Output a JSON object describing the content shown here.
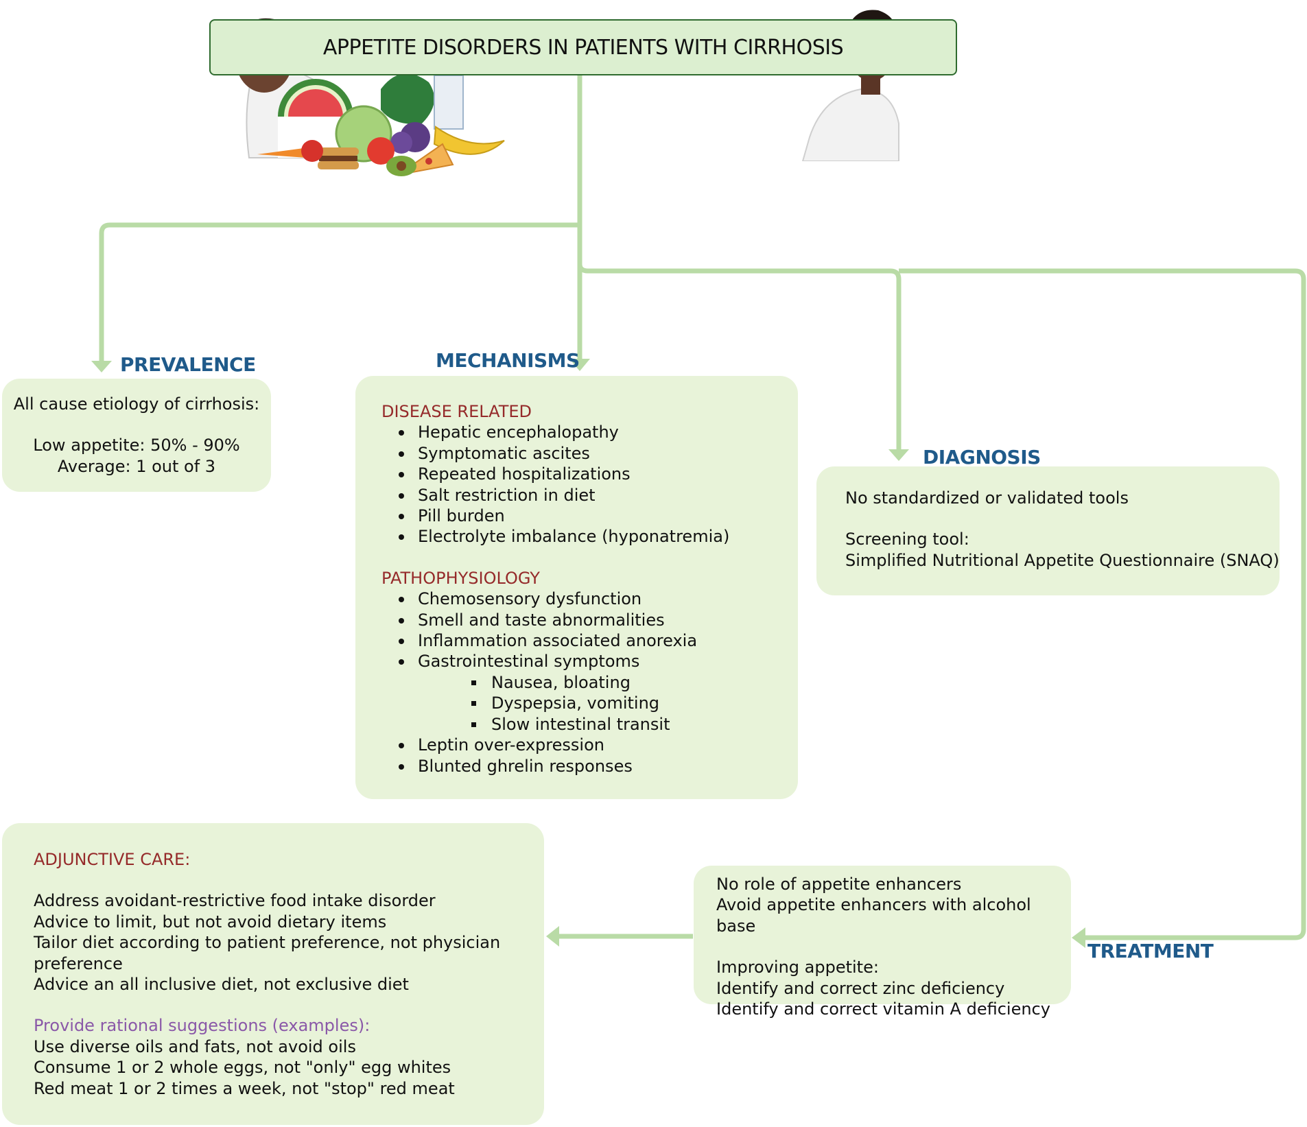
{
  "title": "APPETITE DISORDERS IN PATIENTS WITH CIRRHOSIS",
  "prevalence": {
    "heading": "PREVALENCE",
    "line1": "All cause etiology of cirrhosis:",
    "line2": "Low appetite: 50% - 90%",
    "line3": "Average: 1 out of 3"
  },
  "mechanisms": {
    "heading": "MECHANISMS",
    "disease_related": {
      "title": "DISEASE RELATED",
      "items": [
        "Hepatic encephalopathy",
        "Symptomatic ascites",
        "Repeated hospitalizations",
        "Salt restriction in diet",
        "Pill burden",
        "Electrolyte imbalance (hyponatremia)"
      ]
    },
    "pathophysiology": {
      "title": "PATHOPHYSIOLOGY",
      "items": [
        "Chemosensory dysfunction",
        "Smell and taste abnormalities",
        "Inflammation associated anorexia",
        "Gastrointestinal symptoms"
      ],
      "subitems": [
        "Nausea, bloating",
        "Dyspepsia, vomiting",
        "Slow intestinal transit"
      ],
      "items_after": [
        "Leptin over-expression",
        "Blunted ghrelin responses"
      ]
    }
  },
  "diagnosis": {
    "heading": "DIAGNOSIS",
    "line1": "No standardized or validated tools",
    "line2": "Screening tool:",
    "line3": "Simplified Nutritional Appetite Questionnaire (SNAQ)"
  },
  "treatment": {
    "heading": "TREATMENT",
    "line1": "No role of appetite enhancers",
    "line2": "Avoid appetite enhancers with alcohol base",
    "line3": "Improving appetite:",
    "line4": "Identify and correct  zinc deficiency",
    "line5": "Identify and correct vitamin A deficiency"
  },
  "adjunctive": {
    "title": "ADJUNCTIVE CARE:",
    "lines": [
      "Address avoidant-restrictive food intake disorder",
      "Advice to limit, but not avoid dietary items",
      "Tailor diet according to patient preference, not physician",
      "preference",
      "Advice an all inclusive diet, not exclusive diet"
    ],
    "suggest_title": "Provide rational suggestions (examples):",
    "suggestions": [
      "Use diverse oils and fats, not avoid oils",
      "Consume 1 or 2 whole eggs, not \"only\" egg whites",
      "Red meat 1 or 2 times a week, not \"stop\"  red meat"
    ]
  },
  "colors": {
    "connector": "#b9dba6",
    "box_fill": "#e8f3d9",
    "heading_blue": "#1f5a8a",
    "red": "#952a2a",
    "purple": "#8a58a8"
  }
}
